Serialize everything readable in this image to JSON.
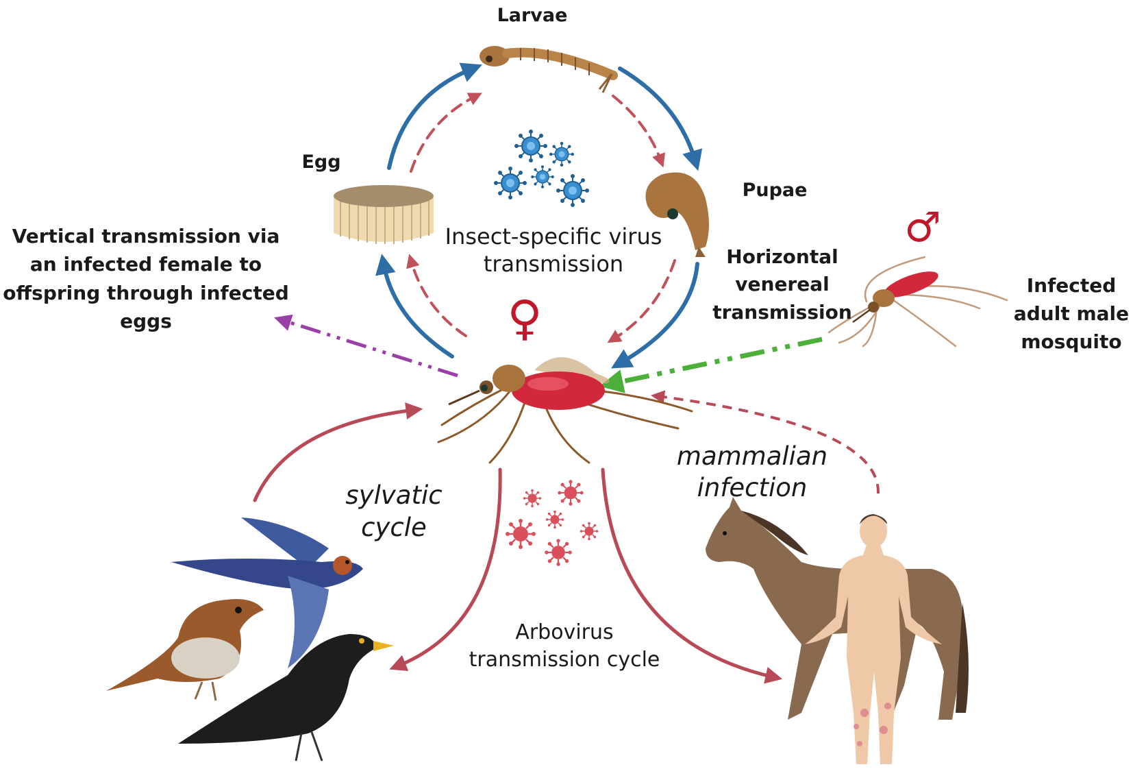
{
  "labels": {
    "larvae": "Larvae",
    "egg": "Egg",
    "pupae": "Pupae",
    "isv_line1": "Insect-specific virus",
    "isv_line2": "transmission",
    "vertical_line1": "Vertical transmission via",
    "vertical_line2": "an infected female to",
    "vertical_line3": "offspring through infected",
    "vertical_line4": "eggs",
    "horizontal_line1": "Horizontal",
    "horizontal_line2": "venereal",
    "horizontal_line3": "transmission",
    "male_line1": "Infected",
    "male_line2": "adult male",
    "male_line3": "mosquito",
    "sylvatic_line1": "sylvatic",
    "sylvatic_line2": "cycle",
    "mammalian_line1": "mammalian",
    "mammalian_line2": "infection",
    "arbovirus_line1": "Arbovirus",
    "arbovirus_line2": "transmission cycle"
  },
  "symbols": {
    "female": "♀",
    "male": "♂"
  },
  "icons": [
    "larva-icon",
    "egg-raft-icon",
    "pupa-icon",
    "blue-virus-icon",
    "red-virus-icon",
    "female-mosquito-icon",
    "male-mosquito-icon",
    "swallow-icon",
    "sparrow-icon",
    "blackbird-icon",
    "horse-icon",
    "human-icon"
  ],
  "colors": {
    "lifecycle_arrow": "#2e6ea6",
    "dashed_arrow": "#c0505a",
    "arbovirus_arrow": "#b84a58",
    "vertical_arrow": "#9b3fa8",
    "venereal_arrow": "#4caf3a",
    "female_symbol": "#c0182a",
    "male_symbol": "#c0182a",
    "blue_virus": "#3a8fd0",
    "red_virus": "#d9505c"
  }
}
